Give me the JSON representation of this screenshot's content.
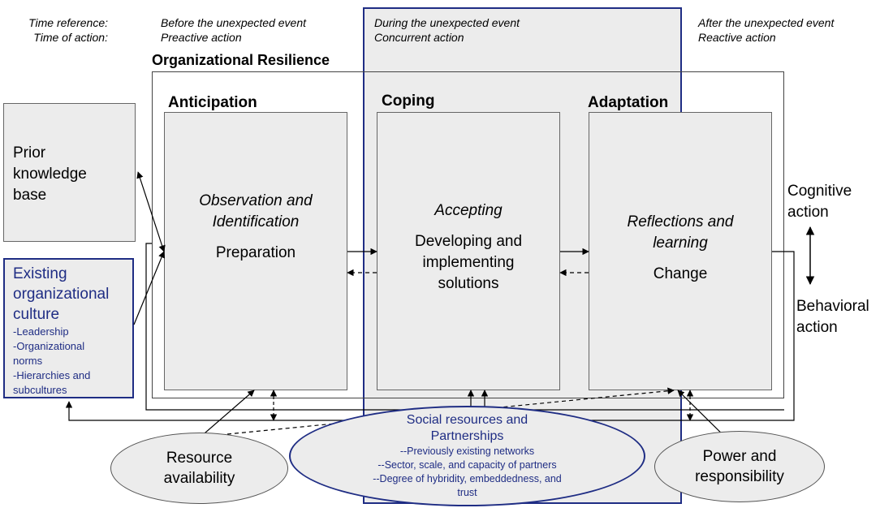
{
  "time_reference": {
    "label1": "Time reference:",
    "label2": "Time of action:",
    "before_event": "Before the unexpected event",
    "before_action": "Preactive action",
    "during_event": "During the unexpected event",
    "during_action": "Concurrent action",
    "after_event": "After the unexpected event",
    "after_action": "Reactive action"
  },
  "organizational_resilience_title": "Organizational Resilience",
  "prior_knowledge": {
    "line1": "Prior",
    "line2": "knowledge",
    "line3": "base"
  },
  "culture": {
    "title_line1": "Existing",
    "title_line2": "organizational",
    "title_line3": "culture",
    "item1": "-Leadership",
    "item2_line1": "-Organizational",
    "item2_line2": "norms",
    "item3_line1": "-Hierarchies and",
    "item3_line2": "subcultures"
  },
  "anticipation": {
    "title": "Anticipation",
    "italic_line1": "Observation and",
    "italic_line2": "Identification",
    "normal": "Preparation"
  },
  "coping": {
    "title": "Coping",
    "italic": "Accepting",
    "line1": "Developing and",
    "line2": "implementing",
    "line3": "solutions"
  },
  "adaptation": {
    "title": "Adaptation",
    "italic_line1": "Reflections and",
    "italic_line2": "learning",
    "normal": "Change"
  },
  "cognitive": {
    "line1": "Cognitive",
    "line2": "action"
  },
  "behavioral": {
    "line1": "Behavioral",
    "line2": "action"
  },
  "resource": {
    "line1": "Resource",
    "line2": "availability"
  },
  "social": {
    "title_line1": "Social resources and",
    "title_line2": "Partnerships",
    "item1": "--Previously existing networks",
    "item2": "--Sector, scale, and capacity of partners",
    "item3": "--Degree of hybridity, embeddedness, and",
    "item4": "trust"
  },
  "power": {
    "line1": "Power and",
    "line2": "responsibility"
  },
  "colors": {
    "accent_blue": "#1f2d84",
    "box_fill": "#ececec"
  }
}
